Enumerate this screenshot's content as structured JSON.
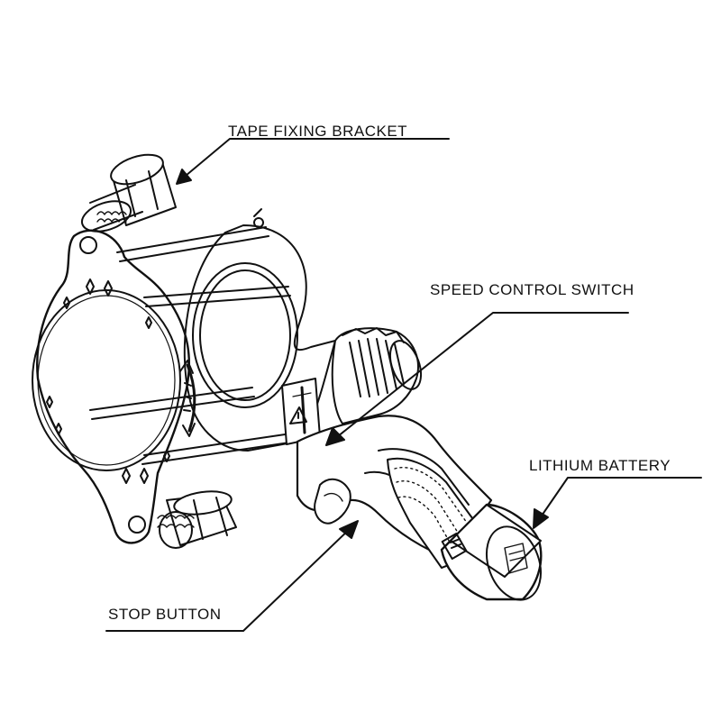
{
  "labels": {
    "tape_fixing_bracket": "TAPE FIXING BRACKET",
    "speed_control_switch": "SPEED CONTROL SWITCH",
    "lithium_battery": "LITHIUM BATTERY",
    "stop_button": "STOP BUTTON"
  },
  "colors": {
    "line": "#111111",
    "background": "#ffffff",
    "frame": "#fbfbfb"
  }
}
